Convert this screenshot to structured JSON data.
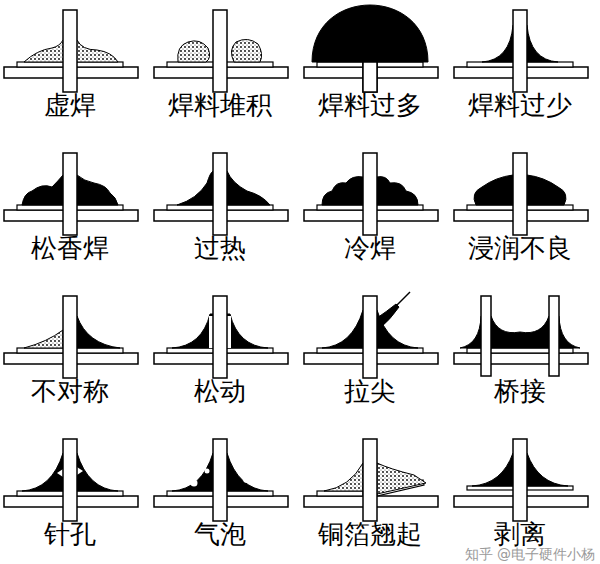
{
  "diagram": {
    "labels": [
      "虚焊",
      "焊料堆积",
      "焊料过多",
      "焊料过少",
      "松香焊",
      "过热",
      "冷焊",
      "浸润不良",
      "不对称",
      "松动",
      "拉尖",
      "桥接",
      "针孔",
      "气泡",
      "铜箔翘起",
      "剥离",
      "知乎 @电子硬件小杨"
    ]
  }
}
